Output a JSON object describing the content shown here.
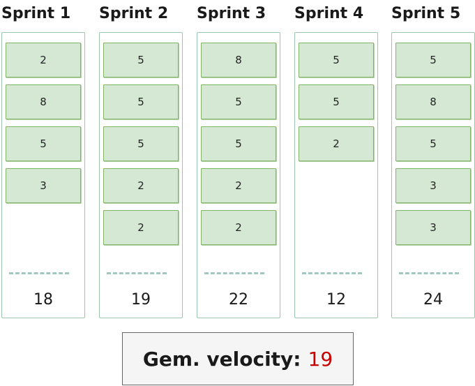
{
  "sprints": [
    {
      "title": "Sprint 1",
      "points": [
        "2",
        "8",
        "5",
        "3"
      ],
      "total": "18"
    },
    {
      "title": "Sprint 2",
      "points": [
        "5",
        "5",
        "5",
        "2",
        "2"
      ],
      "total": "19"
    },
    {
      "title": "Sprint 3",
      "points": [
        "8",
        "5",
        "5",
        "2",
        "2"
      ],
      "total": "22"
    },
    {
      "title": "Sprint 4",
      "points": [
        "5",
        "5",
        "2"
      ],
      "total": "12"
    },
    {
      "title": "Sprint 5",
      "points": [
        "5",
        "8",
        "5",
        "3",
        "3"
      ],
      "total": "24"
    }
  ],
  "velocity": {
    "label": "Gem. velocity:",
    "value": "19"
  },
  "colors": {
    "card_fill": "#d5e8d4",
    "card_border": "#82b366",
    "column_border": "#9bc5ad",
    "separator": "#9fc9c0",
    "velocity_value": "#c90000",
    "velocity_box_fill": "#f5f5f5"
  }
}
